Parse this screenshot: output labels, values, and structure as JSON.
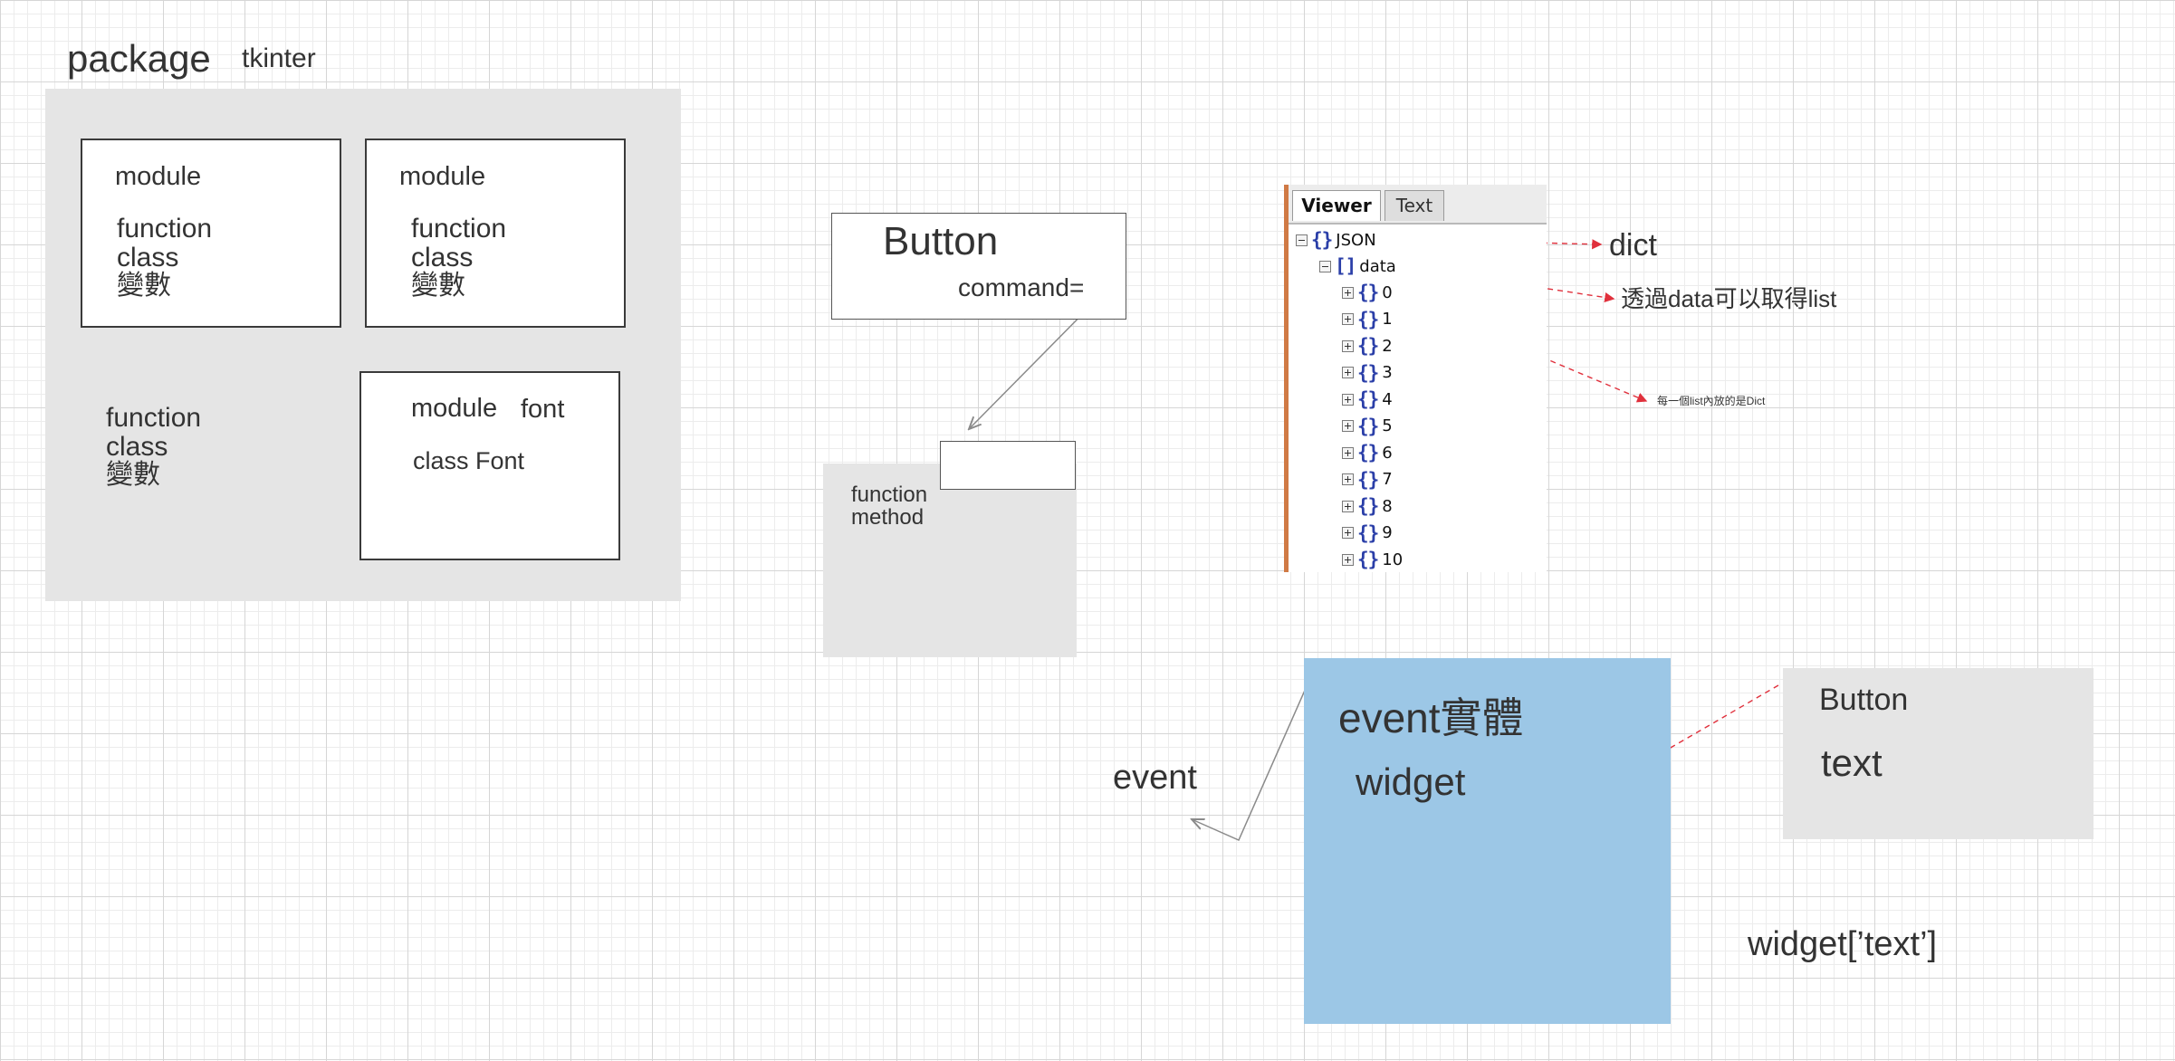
{
  "package": {
    "label": "package",
    "name": "tkinter",
    "module_box_1": {
      "title": "module",
      "items": [
        "function",
        "class",
        "變數"
      ]
    },
    "module_box_2": {
      "title": "module",
      "items": [
        "function",
        "class",
        "變數"
      ]
    },
    "loose_items": [
      "function",
      "class",
      "變數"
    ],
    "font_module": {
      "title": "module",
      "name": "font",
      "item": "class Font"
    }
  },
  "button_diagram": {
    "title": "Button",
    "param": "command=",
    "callback_items": [
      "function",
      "method"
    ]
  },
  "json_viewer": {
    "tabs": [
      "Viewer",
      "Text"
    ],
    "root_label": "JSON",
    "data_label": "data",
    "indices": [
      "0",
      "1",
      "2",
      "3",
      "4",
      "5",
      "6",
      "7",
      "8",
      "9",
      "10"
    ]
  },
  "annotations": {
    "dict": "dict",
    "list": "透過data可以取得list",
    "each": "每一個list內放的是Dict"
  },
  "event_diagram": {
    "title": "event實體",
    "widget": "widget",
    "event_label": "event",
    "button_title": "Button",
    "button_text": "text",
    "expression": "widget[’text’]"
  },
  "colors": {
    "panel_grey": "#e5e5e5",
    "event_blue": "#9cc7e6",
    "red_dash": "#e0303c",
    "tree_brace": "#2b3fa8",
    "viewer_accent": "#d07a45"
  }
}
